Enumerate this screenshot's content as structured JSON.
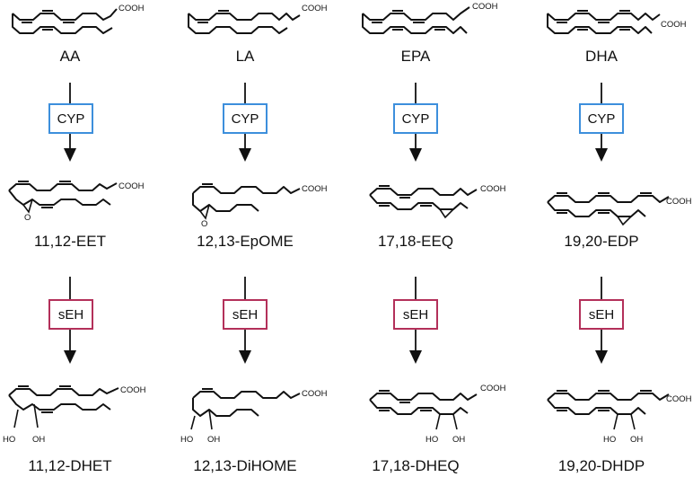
{
  "colors": {
    "cyp_box": "#3d8fdc",
    "seh_box": "#b3305a",
    "line": "#111111",
    "background": "#ffffff"
  },
  "enzymes": {
    "cyp": "CYP",
    "seh": "sEH"
  },
  "atoms": {
    "acid": "COOH",
    "oxygen": "O",
    "hydroxyl": "HO",
    "hydroxyl_right": "OH"
  },
  "pathways": [
    {
      "substrate": "AA",
      "epoxide": "11,12-EET",
      "diol": "11,12-DHET"
    },
    {
      "substrate": "LA",
      "epoxide": "12,13-EpOME",
      "diol": "12,13-DiHOME"
    },
    {
      "substrate": "EPA",
      "epoxide": "17,18-EEQ",
      "diol": "17,18-DHEQ"
    },
    {
      "substrate": "DHA",
      "epoxide": "19,20-EDP",
      "diol": "19,20-DHDP"
    }
  ]
}
